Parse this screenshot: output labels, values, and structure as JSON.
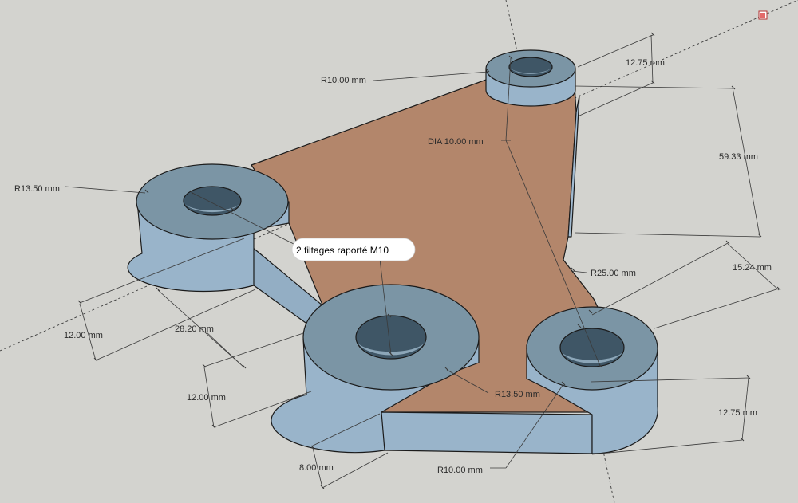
{
  "dimensions": {
    "r10_top": "R10.00 mm",
    "d_1275_top": "12.75 mm",
    "dia_10": "DIA 10.00 mm",
    "d_5933": "59.33 mm",
    "r1350_left": "R13.50 mm",
    "r25": "R25.00 mm",
    "d_1524": "15.24 mm",
    "d_12_left": "12.00 mm",
    "d_2820": "28.20 mm",
    "d_12_bottom": "12.00 mm",
    "r1350_bottom": "R13.50 mm",
    "d_1275_bottom": "12.75 mm",
    "d_8": "8.00 mm",
    "r10_bottom": "R10.00 mm"
  },
  "callout": {
    "text": "2 filtages raporté M10"
  },
  "colors": {
    "background": "#d3d3cf",
    "plate_top": "#b3866b",
    "boss_top": "#7b95a5",
    "boss_side": "#95b1c6",
    "edge": "#1b1b1b",
    "axis_green": "#3e7d3e",
    "axis_red": "#b33030"
  },
  "icons": {
    "corner": "selection-marker-icon"
  }
}
